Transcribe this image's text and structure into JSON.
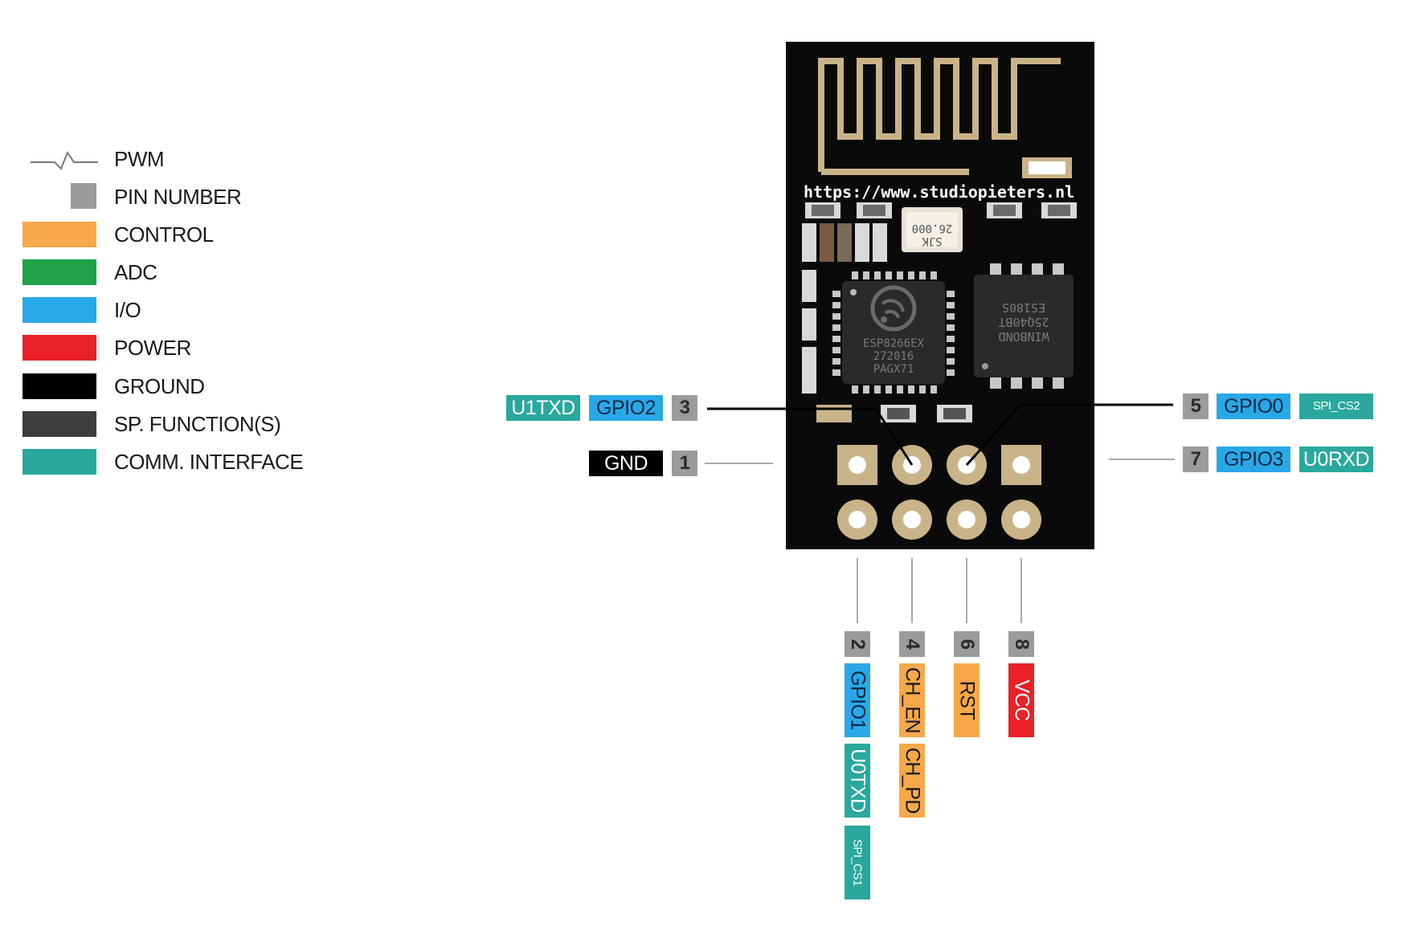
{
  "legend": {
    "items": [
      {
        "label": "PWM",
        "kind": "pwm"
      },
      {
        "label": "PIN NUMBER",
        "kind": "pin",
        "color": "#9b9b9b"
      },
      {
        "label": "CONTROL",
        "color": "#f7a84a"
      },
      {
        "label": "ADC",
        "color": "#1ea24a"
      },
      {
        "label": "I/O",
        "color": "#29a8e8"
      },
      {
        "label": "POWER",
        "color": "#ea2127"
      },
      {
        "label": "GROUND",
        "color": "#000000"
      },
      {
        "label": "SP. FUNCTION(S)",
        "color": "#3d3d3f"
      },
      {
        "label": "COMM. INTERFACE",
        "color": "#2aa89d"
      }
    ]
  },
  "board": {
    "url": "https://www.studiopieters.nl",
    "crystal": [
      "26.000",
      "SJK"
    ],
    "mcu": [
      "ESP8266EX",
      "272016",
      "PAGX71"
    ],
    "flash": [
      "ES180S",
      "25Q40BT",
      "WINBOND"
    ],
    "colors": {
      "pcb": "#0a0a0a",
      "copper": "#c9b48a",
      "pad_inner": "#ffffff"
    }
  },
  "pins": {
    "p1": {
      "number": "1",
      "labels": [
        "GND"
      ]
    },
    "p2": {
      "number": "2",
      "labels": [
        "GPIO1",
        "U0TXD",
        "SPI_CS1"
      ]
    },
    "p3": {
      "number": "3",
      "labels": [
        "GPIO2",
        "U1TXD"
      ]
    },
    "p4": {
      "number": "4",
      "labels": [
        "CH_EN",
        "CH_PD"
      ]
    },
    "p5": {
      "number": "5",
      "labels": [
        "GPIO0",
        "SPI_CS2"
      ]
    },
    "p6": {
      "number": "6",
      "labels": [
        "RST"
      ]
    },
    "p7": {
      "number": "7",
      "labels": [
        "GPIO3",
        "U0RXD"
      ]
    },
    "p8": {
      "number": "8",
      "labels": [
        "VCC"
      ]
    }
  }
}
